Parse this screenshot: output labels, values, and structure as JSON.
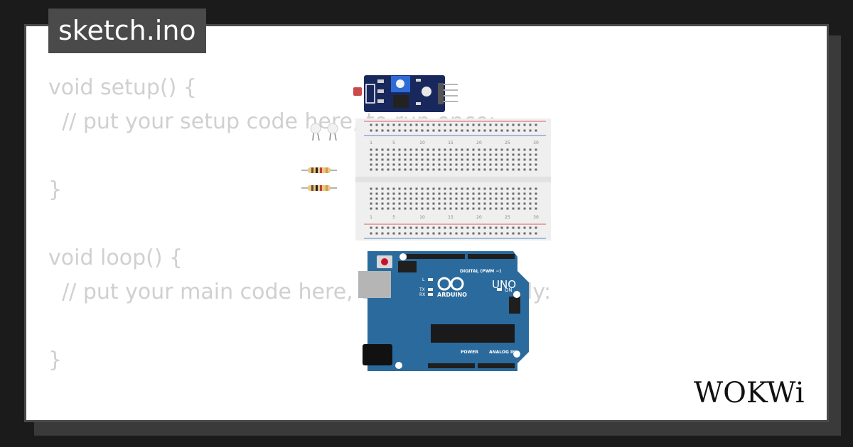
{
  "tab": {
    "filename": "sketch.ino"
  },
  "code_lines": [
    "void setup() {",
    "  // put your setup code here, to run once:",
    "",
    "}",
    "",
    "void loop() {",
    "  // put your main code here, to run repeatedly:",
    "",
    "}"
  ],
  "breadboard": {
    "column_numbers": [
      "1",
      "5",
      "10",
      "15",
      "20",
      "25",
      "30"
    ]
  },
  "arduino": {
    "brand": "ARDUINO",
    "model": "UNO",
    "digital_label": "DIGITAL (PWM ~)",
    "power_label": "POWER",
    "analog_label": "ANALOG IN",
    "on_label": "ON",
    "led_labels": [
      "L",
      "TX",
      "RX"
    ]
  },
  "logo": {
    "text": "WOKWi"
  },
  "colors": {
    "background": "#1b1b1b",
    "frame": "#4a4a4a",
    "code_text": "#d0d0d0",
    "arduino_blue": "#2b6a9c",
    "sensor_blue": "#19285c",
    "breadboard": "#efefef"
  }
}
